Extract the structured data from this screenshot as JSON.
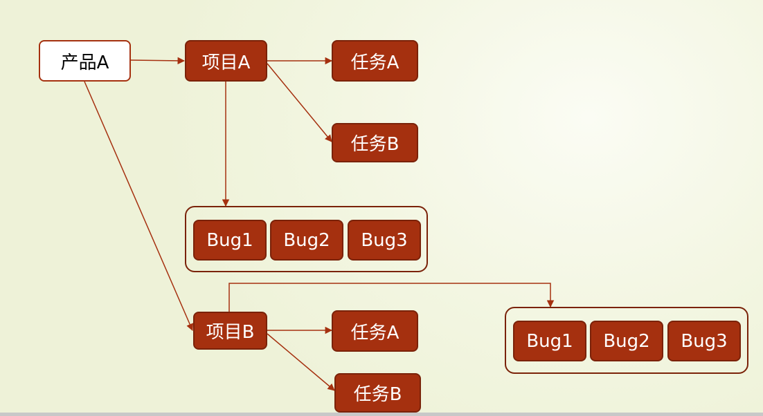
{
  "diagram": {
    "product": {
      "label": "产品A"
    },
    "project_a": {
      "label": "项目A",
      "tasks": [
        {
          "label": "任务A"
        },
        {
          "label": "任务B"
        }
      ],
      "bugs": [
        {
          "label": "Bug1"
        },
        {
          "label": "Bug2"
        },
        {
          "label": "Bug3"
        }
      ]
    },
    "project_b": {
      "label": "项目B",
      "tasks": [
        {
          "label": "任务A"
        },
        {
          "label": "任务B"
        }
      ],
      "bugs": [
        {
          "label": "Bug1"
        },
        {
          "label": "Bug2"
        },
        {
          "label": "Bug3"
        }
      ]
    }
  },
  "colors": {
    "node_fill": "#a5300f",
    "node_border": "#7a2209",
    "edge": "#a5300f"
  }
}
